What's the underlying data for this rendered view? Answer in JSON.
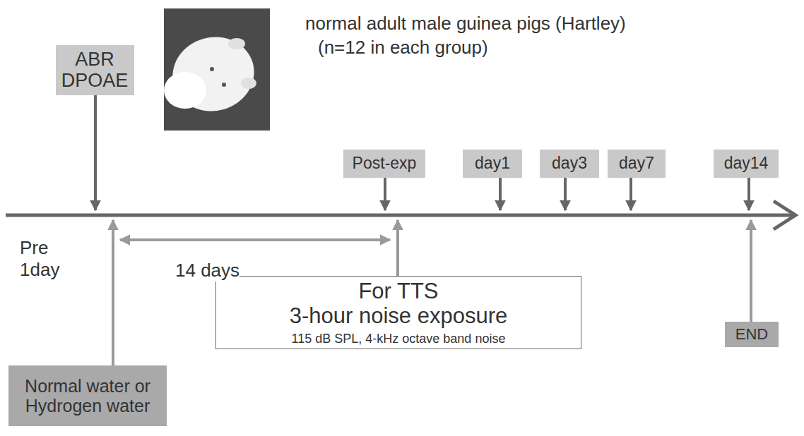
{
  "diagram": {
    "nodes": [
      {
        "text": [
          "ABR DPOAE"
        ]
      },
      {
        "text": [
          "Post-exp"
        ]
      },
      {
        "text": [
          "day1"
        ]
      },
      {
        "text": [
          "day3"
        ]
      },
      {
        "text": [
          "day7"
        ]
      },
      {
        "text": [
          "day14"
        ]
      },
      {
        "text": [
          "For TTS",
          "3-hour noise exposure",
          "115 dB SPL, 4-kHz octave band noise"
        ]
      },
      {
        "text": [
          "Normal water or Hydrogen water"
        ]
      },
      {
        "text": [
          "END"
        ]
      }
    ],
    "labels": [
      "normal adult male guinea pigs (Hartley)",
      "(n=12 in each group)",
      "Pre 1day",
      "14 days"
    ]
  }
}
